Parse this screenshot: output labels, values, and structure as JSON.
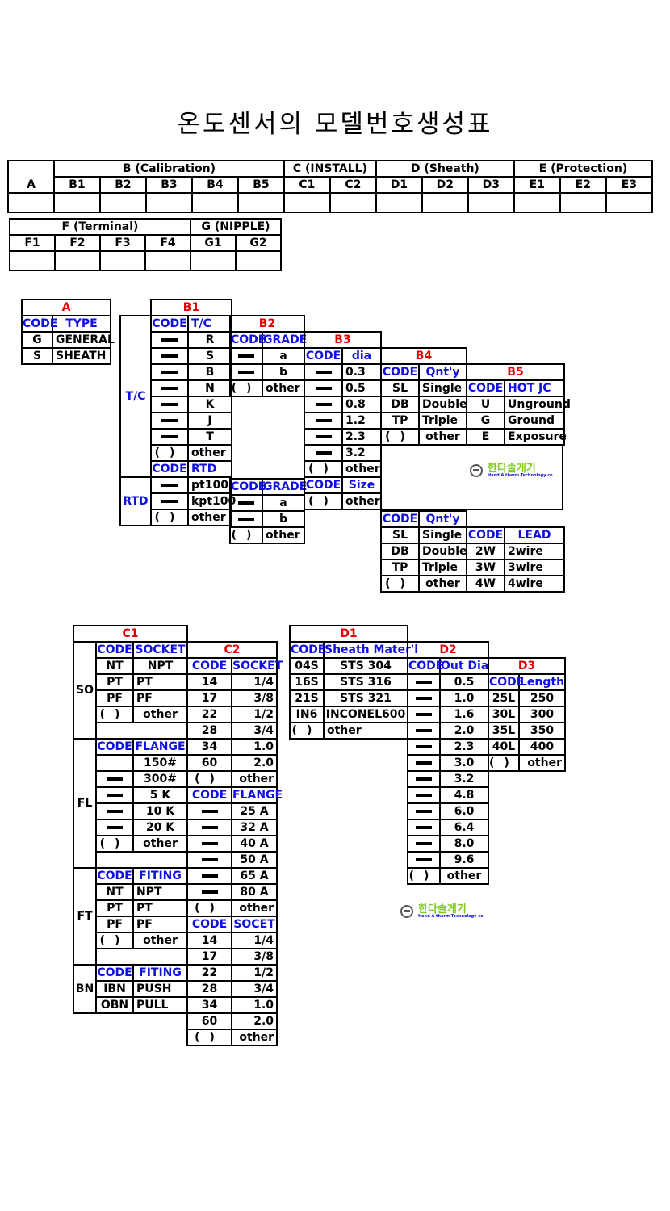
{
  "title": "온도센서의 모델번호생성표",
  "header": {
    "a": "A",
    "b": "B (Calibration)",
    "c": "C (INSTALL)",
    "d": "D (Sheath)",
    "e": "E (Protection)",
    "cols": [
      "B1",
      "B2",
      "B3",
      "B4",
      "B5",
      "C1",
      "C2",
      "D1",
      "D2",
      "D3",
      "E1",
      "E2",
      "E3"
    ]
  },
  "header2": {
    "f": "F (Terminal)",
    "g": "G (NIPPLE)",
    "cols": [
      "F1",
      "F2",
      "F3",
      "F4",
      "G1",
      "G2"
    ]
  },
  "code": "CODE",
  "other": "other",
  "tableA": {
    "title": "A",
    "type": "TYPE",
    "rows": [
      [
        "G",
        "GENERAL"
      ],
      [
        "S",
        "SHEATH"
      ]
    ]
  },
  "tableB1": {
    "title": "B1",
    "tc": "T/C",
    "tc_label": "T/C",
    "tc_rows": [
      "R",
      "S",
      "B",
      "N",
      "K",
      "J",
      "T"
    ],
    "rtd": "RTD",
    "rtd_label": "RTD",
    "rtd_rows": [
      "pt100",
      "kpt100"
    ]
  },
  "tableB2": {
    "title": "B2",
    "grade": "GRADE",
    "rows": [
      "a",
      "b"
    ]
  },
  "tableB3": {
    "title": "B3",
    "dia": "dia",
    "rows": [
      "0.3",
      "0.5",
      "0.8",
      "1.2",
      "2.3",
      "3.2"
    ],
    "size": "Size"
  },
  "tableB4": {
    "title": "B4",
    "qnty": "Qnt'y",
    "rows": [
      [
        "SL",
        "Single"
      ],
      [
        "DB",
        "Double"
      ],
      [
        "TP",
        "Triple"
      ]
    ]
  },
  "tableB5": {
    "title": "B5",
    "hotjc": "HOT JC",
    "rows": [
      [
        "U",
        "Unground"
      ],
      [
        "G",
        "Ground"
      ],
      [
        "E",
        "Exposure"
      ]
    ],
    "lead": "LEAD",
    "lead_rows": [
      [
        "2W",
        "2wire"
      ],
      [
        "3W",
        "3wire"
      ],
      [
        "4W",
        "4wire"
      ]
    ]
  },
  "tableC1": {
    "title": "C1",
    "so": "SO",
    "socket": "SOCKET",
    "so_rows": [
      [
        "NT",
        "NPT"
      ],
      [
        "PT",
        "PT"
      ],
      [
        "PF",
        "PF"
      ]
    ],
    "fl": "FL",
    "flange": "FLANGE",
    "fl_rows": [
      "150#",
      "300#",
      "5  K",
      "10  K",
      "20  K"
    ],
    "ft": "FT",
    "fiting": "FITING",
    "ft_rows": [
      [
        "NT",
        "NPT"
      ],
      [
        "PT",
        "PT"
      ],
      [
        "PF",
        "PF"
      ]
    ],
    "bn": "BN",
    "bn_rows": [
      [
        "IBN",
        "PUSH"
      ],
      [
        "OBN",
        "PULL"
      ]
    ]
  },
  "tableC2": {
    "title": "C2",
    "socket": "SOCKET",
    "so_rows": [
      [
        "14",
        "1/4"
      ],
      [
        "17",
        "3/8"
      ],
      [
        "22",
        "1/2"
      ],
      [
        "28",
        "3/4"
      ],
      [
        "34",
        "1.0"
      ],
      [
        "60",
        "2.0"
      ]
    ],
    "flange": "FLANGE",
    "fl_rows": [
      "25  A",
      "32  A",
      "40  A",
      "50  A",
      "65  A",
      "80  A"
    ],
    "socet": "SOCET",
    "ft_rows": [
      [
        "14",
        "1/4"
      ],
      [
        "17",
        "3/8"
      ],
      [
        "22",
        "1/2"
      ],
      [
        "28",
        "3/4"
      ],
      [
        "34",
        "1.0"
      ],
      [
        "60",
        "2.0"
      ]
    ]
  },
  "tableD1": {
    "title": "D1",
    "mater": "Sheath  Mater'l",
    "rows": [
      [
        "04S",
        "STS  304"
      ],
      [
        "16S",
        "STS  316"
      ],
      [
        "21S",
        "STS  321"
      ],
      [
        "IN6",
        "INCONEL600"
      ]
    ]
  },
  "tableD2": {
    "title": "D2",
    "outdia": "Out  Dia",
    "rows": [
      "0.5",
      "1.0",
      "1.6",
      "2.0",
      "2.3",
      "3.0",
      "3.2",
      "4.8",
      "6.0",
      "6.4",
      "8.0",
      "9.6"
    ]
  },
  "tableD3": {
    "title": "D3",
    "length": "Length",
    "rows": [
      [
        "25L",
        "250"
      ],
      [
        "30L",
        "300"
      ],
      [
        "35L",
        "350"
      ],
      [
        "40L",
        "400"
      ]
    ]
  },
  "logo": {
    "korean": "한다솔게기",
    "english": "Hand A therm Technology co."
  }
}
